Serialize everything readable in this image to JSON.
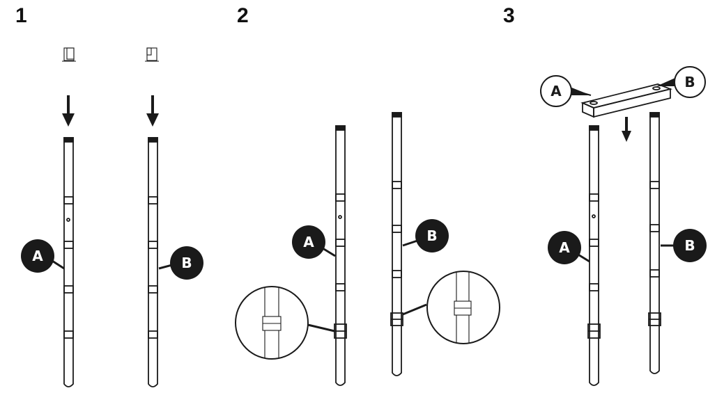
{
  "steps": [
    {
      "number": "1"
    },
    {
      "number": "2"
    },
    {
      "number": "3"
    }
  ],
  "labels": {
    "a": "A",
    "b": "B"
  },
  "colors": {
    "ink": "#1a1a1a",
    "background": "#ffffff"
  }
}
